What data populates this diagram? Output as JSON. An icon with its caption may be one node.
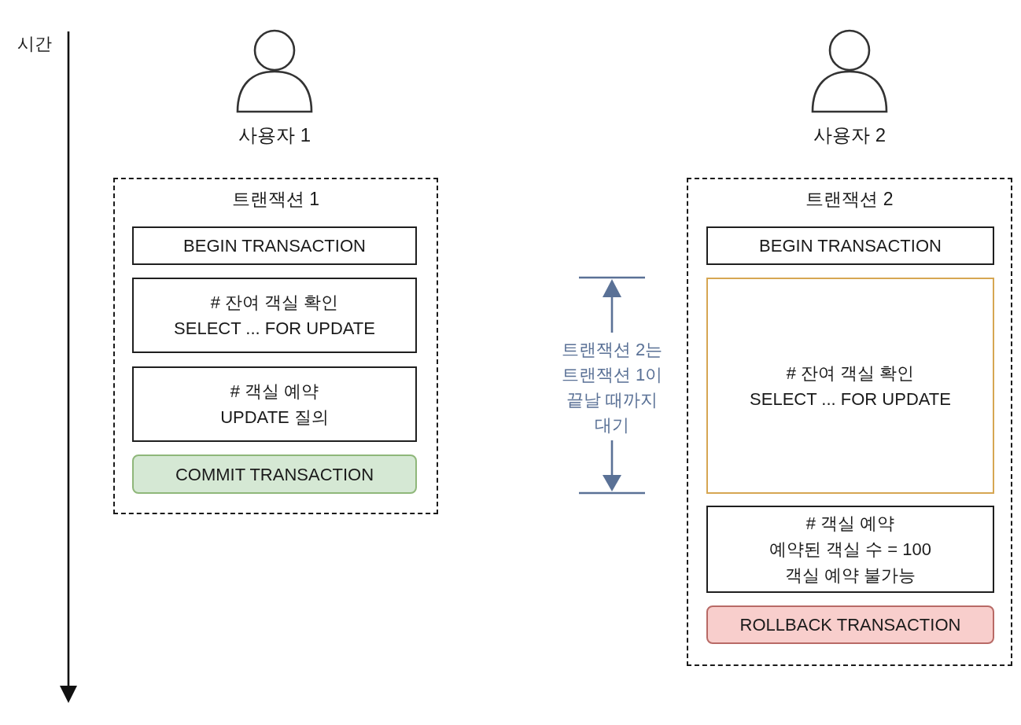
{
  "diagram": {
    "nodes": [
      {
        "text": [
          "사용자 1"
        ]
      },
      {
        "text": [
          "사용자 2"
        ]
      },
      {
        "text": [
          "트랜잭션 1"
        ]
      },
      {
        "text": [
          "BEGIN TRANSACTION"
        ],
        "in": 2
      },
      {
        "text": [
          "# 잔여 객실 확인",
          "SELECT ... FOR UPDATE"
        ],
        "in": 2
      },
      {
        "text": [
          "# 객실 예약",
          "UPDATE 질의"
        ],
        "in": 2
      },
      {
        "text": [
          "COMMIT TRANSACTION"
        ],
        "in": 2
      },
      {
        "text": [
          "트랜잭션 2"
        ]
      },
      {
        "text": [
          "BEGIN TRANSACTION"
        ],
        "in": 7
      },
      {
        "text": [
          "# 잔여 객실 확인",
          "SELECT ... FOR UPDATE"
        ],
        "in": 7
      },
      {
        "text": [
          "# 객실 예약",
          "예약된 객실 수 = 100",
          "객실 예약 불가능"
        ],
        "in": 7
      },
      {
        "text": [
          "ROLLBACK TRANSACTION"
        ],
        "in": 7
      }
    ],
    "labels": [
      "시간",
      "트랜잭션 2는 트랜잭션 1이 끝날 때까지 대기"
    ]
  }
}
